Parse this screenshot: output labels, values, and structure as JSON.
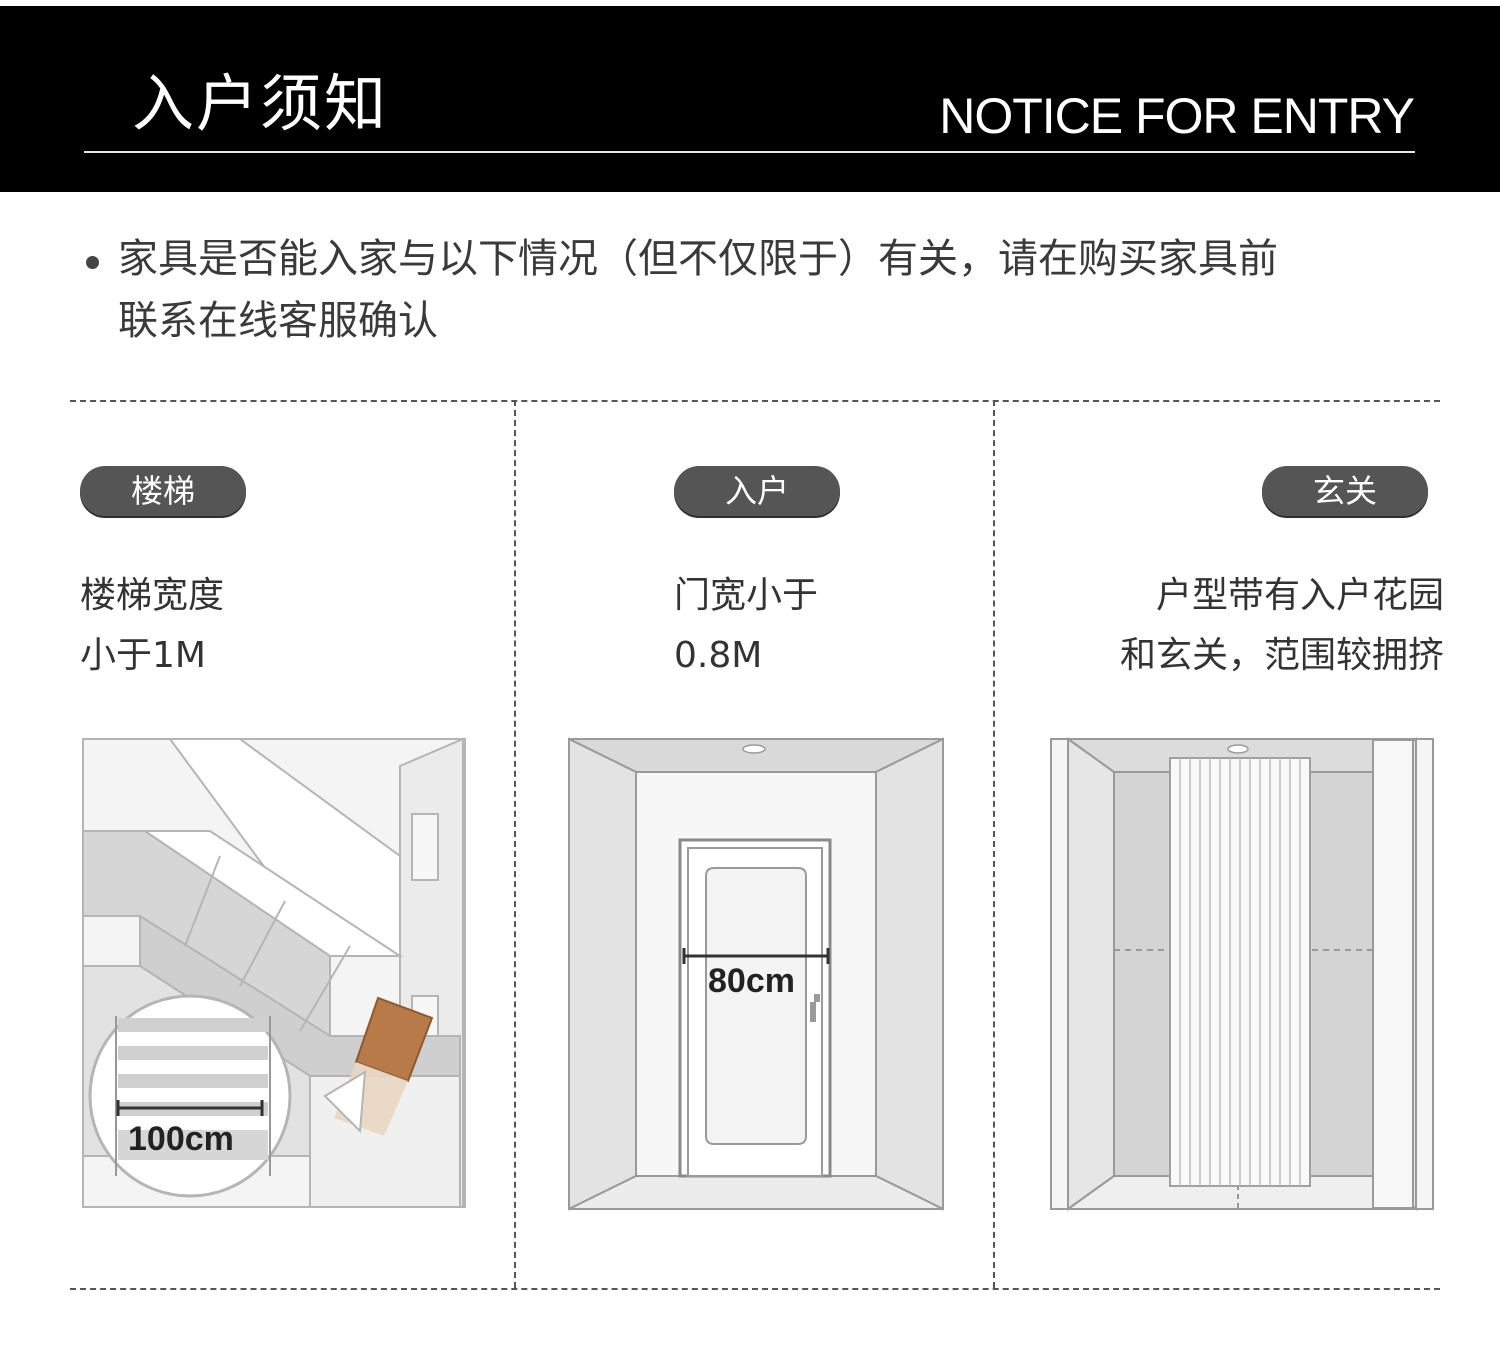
{
  "header": {
    "title": "入户须知",
    "subtitle": "NOTICE FOR ENTRY"
  },
  "notice": {
    "line1": "家具是否能入家与以下情况（但不仅限于）有关，请在购买家具前",
    "line2": "联系在线客服确认"
  },
  "panels": [
    {
      "tag": "楼梯",
      "desc_line1": "楼梯宽度",
      "desc_line2": "小于1M",
      "dimension": "100cm",
      "icon": "staircase-illustration"
    },
    {
      "tag": "入户",
      "desc_line1": "门宽小于",
      "desc_line2": "0.8M",
      "dimension": "80cm",
      "icon": "door-illustration"
    },
    {
      "tag": "玄关",
      "desc_line1": "户型带有入户花园",
      "desc_line2": "和玄关，范围较拥挤",
      "icon": "foyer-illustration"
    }
  ],
  "colors": {
    "header_bg": "#000000",
    "pill_bg": "#555555",
    "text": "#333333",
    "box_brown": "#b87a48"
  }
}
